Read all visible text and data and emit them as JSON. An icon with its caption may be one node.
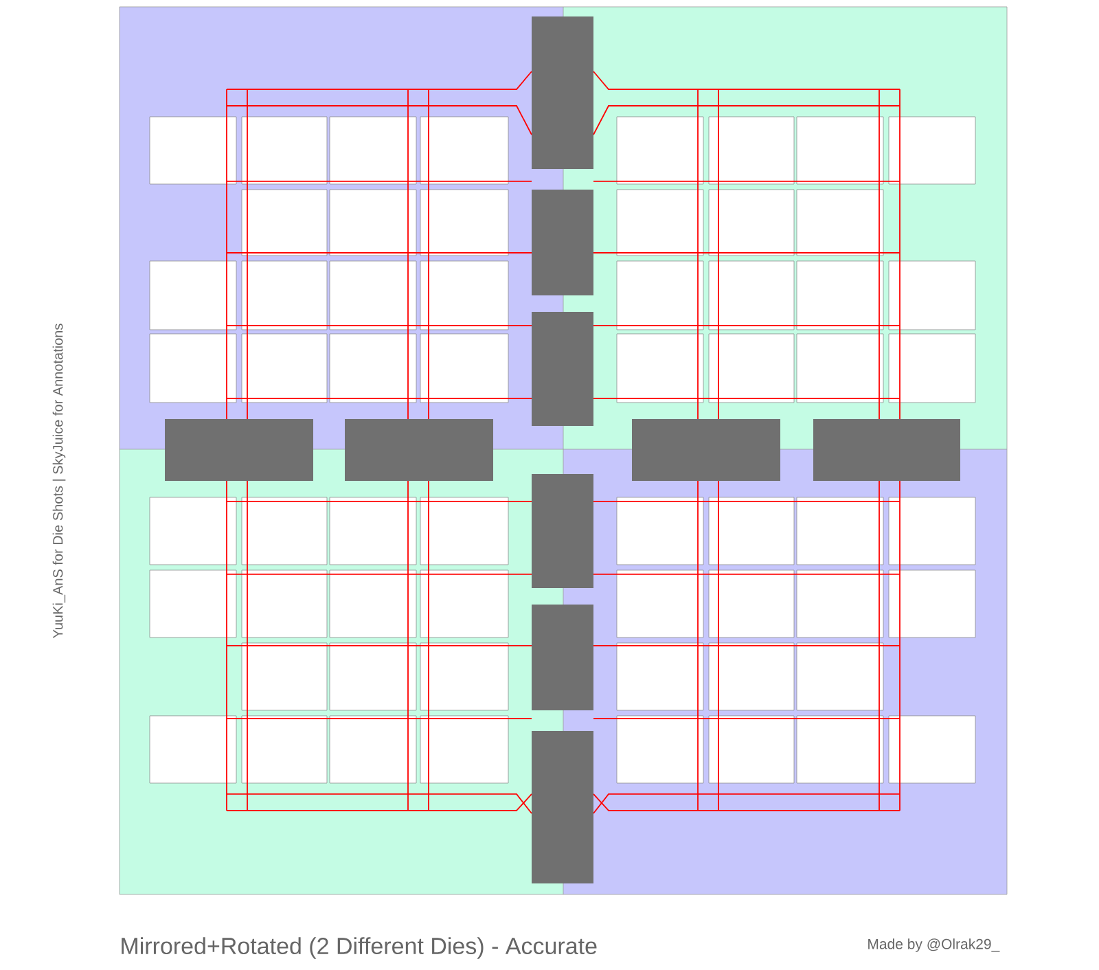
{
  "diagram": {
    "caption": "Mirrored+Rotated (2 Different Dies) - Accurate",
    "labels": [
      "YuuKi_AnS for Die Shots | SkyJuice for Annotations",
      "Made by @Olrak29_"
    ]
  }
}
